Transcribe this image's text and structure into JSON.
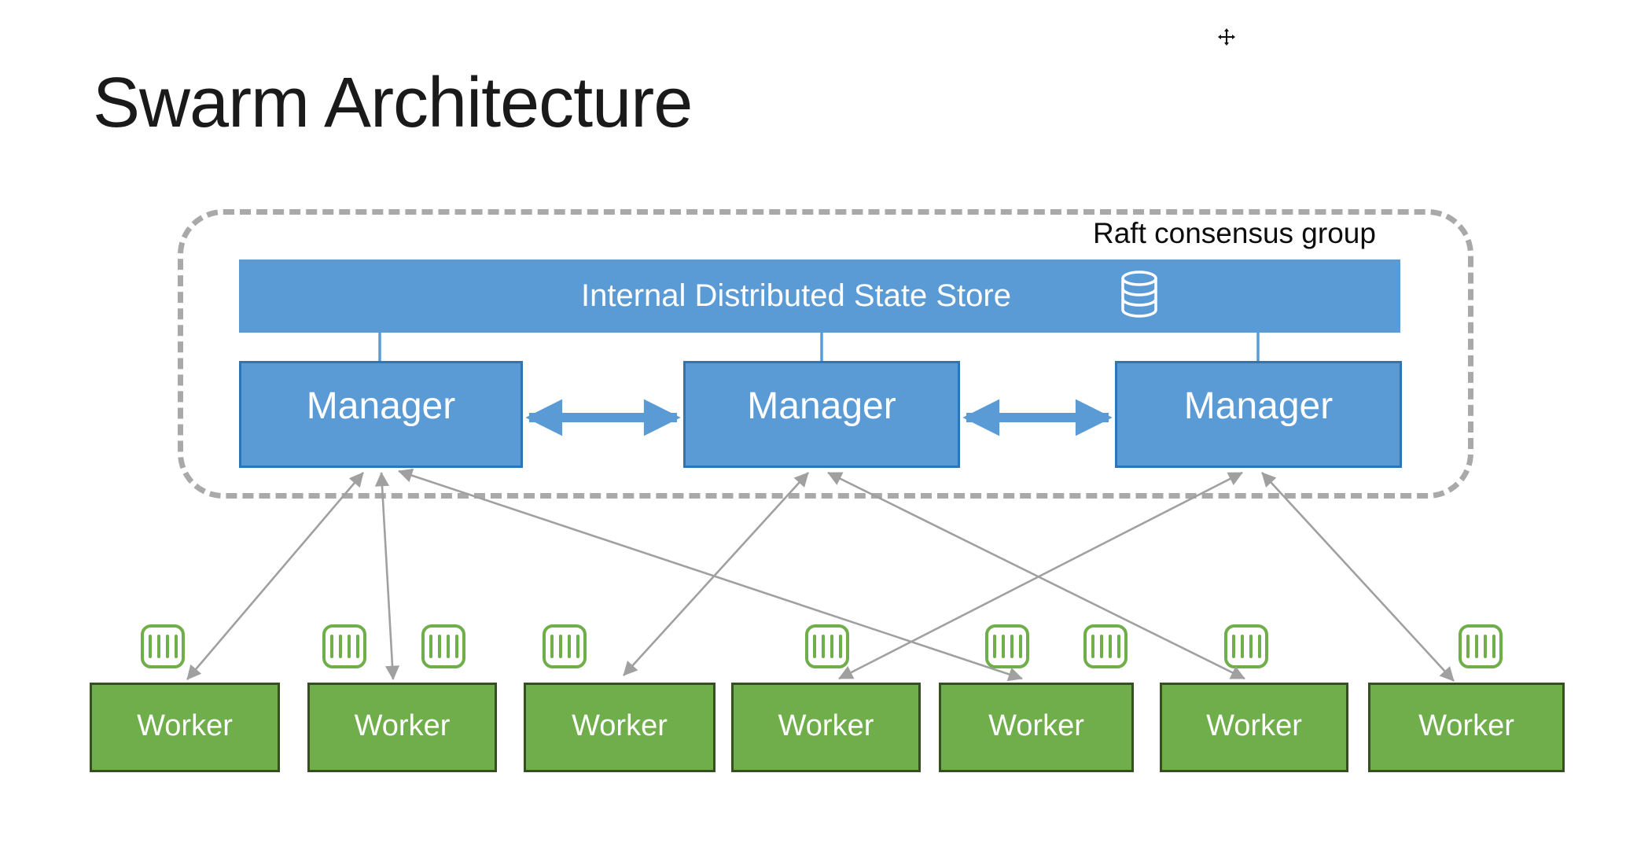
{
  "title": "Swarm Architecture",
  "cursor": {
    "icon": "move-cursor"
  },
  "raft_group": {
    "label": "Raft consensus group",
    "state_store": {
      "label": "Internal Distributed State Store",
      "icon": "database-icon"
    }
  },
  "managers": [
    {
      "label": "Manager"
    },
    {
      "label": "Manager"
    },
    {
      "label": "Manager"
    }
  ],
  "workers": [
    {
      "label": "Worker",
      "containers": 1
    },
    {
      "label": "Worker",
      "containers": 2
    },
    {
      "label": "Worker",
      "containers": 1
    },
    {
      "label": "Worker",
      "containers": 1
    },
    {
      "label": "Worker",
      "containers": 2
    },
    {
      "label": "Worker",
      "containers": 1
    },
    {
      "label": "Worker",
      "containers": 1
    }
  ],
  "connections": {
    "manager_to_manager": [
      "manager-1 <-> manager-2",
      "manager-2 <-> manager-3"
    ],
    "manager_to_worker": [
      "manager-1 <-> worker-1",
      "manager-1 <-> worker-2",
      "manager-1 <-> worker-5",
      "manager-2 <-> worker-3",
      "manager-2 <-> worker-6",
      "manager-3 <-> worker-4",
      "manager-3 <-> worker-7"
    ]
  },
  "colors": {
    "node_blue": "#5b9bd5",
    "node_blue_border": "#2e75b6",
    "node_green": "#6fae4a",
    "node_green_border": "#364f21",
    "arrow_gray": "#a0a0a0",
    "dashed_border": "#a9a9a9",
    "title_text": "#1a1a1a",
    "label_white": "#ffffff"
  }
}
